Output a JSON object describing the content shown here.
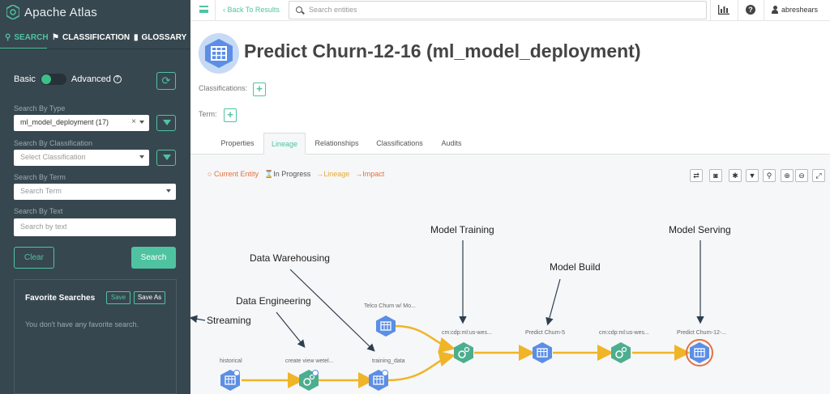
{
  "app": {
    "name": "Apache Atlas"
  },
  "sidebar": {
    "tabs": [
      "SEARCH",
      "CLASSIFICATION",
      "GLOSSARY"
    ],
    "mode_basic": "Basic",
    "mode_advanced": "Advanced",
    "search_by_type_label": "Search By Type",
    "search_by_type_value": "ml_model_deployment (17)",
    "search_by_classification_label": "Search By Classification",
    "search_by_classification_placeholder": "Select Classification",
    "search_by_term_label": "Search By Term",
    "search_by_term_placeholder": "Search Term",
    "search_by_text_label": "Search By Text",
    "search_by_text_placeholder": "Search by text",
    "clear_label": "Clear",
    "search_label": "Search",
    "favorites": {
      "title": "Favorite Searches",
      "save_label": "Save",
      "save_as_label": "Save As",
      "empty_text": "You don't have any favorite search."
    }
  },
  "header": {
    "back_label": "Back To Results",
    "search_placeholder": "Search entities",
    "username": "abreshears"
  },
  "entity": {
    "title": "Predict Churn-12-16 (ml_model_deployment)",
    "classifications_label": "Classifications:",
    "term_label": "Term:"
  },
  "tabs": [
    "Properties",
    "Lineage",
    "Relationships",
    "Classifications",
    "Audits"
  ],
  "active_tab": "Lineage",
  "legend": {
    "current_entity": "Current Entity",
    "in_progress": "In Progress",
    "lineage": "Lineage",
    "impact": "Impact"
  },
  "lineage": {
    "nodes": [
      "historical",
      "create view wetel...",
      "training_data",
      "Telco Churn w/ Mo...",
      "cm:cdp:ml:us-wes...",
      "Predict Churn-5",
      "cm:cdp:ml:us-wes...",
      "Predict Churn-12-..."
    ],
    "annotations": [
      "Model Training",
      "Model Serving",
      "Data Warehousing",
      "Model Build",
      "Data Engineering",
      "Streaming"
    ]
  },
  "colors": {
    "accent": "#4fc3a1",
    "sidebar": "#37474f",
    "lineage_edge": "#f0b429",
    "node_blue": "#5b8ee6",
    "current": "#e5703f"
  }
}
